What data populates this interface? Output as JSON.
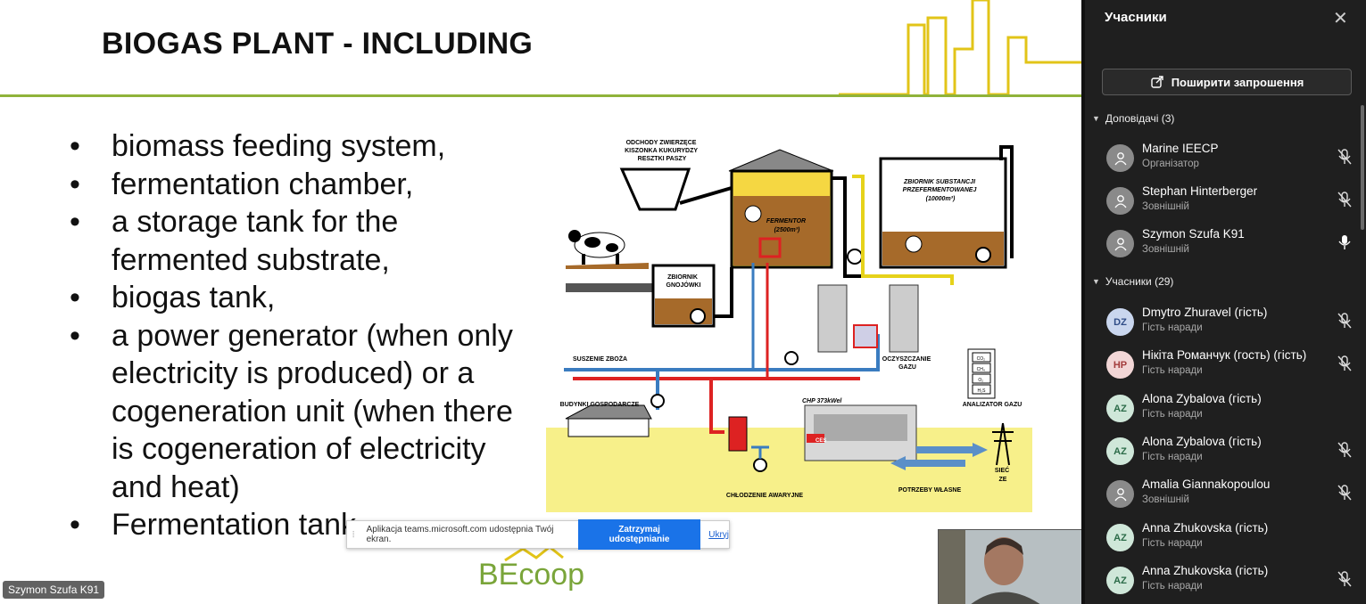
{
  "slide": {
    "title": "BIOGAS PLANT - INCLUDING",
    "bullets": [
      "biomass feeding system,",
      "fermentation chamber,",
      "a storage tank for the fermented substrate,",
      "biogas tank,",
      "a power generator (when only electricity is produced) or a cogeneration unit (when there is cogeneration of electricity and heat)",
      "Fermentation tank"
    ],
    "diagram": {
      "waste_label": [
        "ODCHODY ZWIERZĘCE",
        "KISZONKA KUKURYDZY",
        "RESZTKI PASZY"
      ],
      "storage_label": [
        "ZBIORNIK SUBSTANCJI",
        "PRZEFERMENTOWANEJ",
        "(10000m³)"
      ],
      "fermentor_label": [
        "FERMENTOR",
        "(2500m³)"
      ],
      "slurry_label": [
        "ZBIORNIK",
        "GNOJÓWKI"
      ],
      "drying": "SUSZENIE ZBOŻA",
      "cleaning": [
        "OCZYSZCZANIE",
        "GAZU"
      ],
      "buildings": "BUDYNKI GOSPODARCZE",
      "chp": "CHP 373kWel",
      "analyzer": "ANALIZATOR GAZU",
      "gases": [
        "CO₂",
        "CH₄",
        "O₂",
        "H₂S"
      ],
      "grid": [
        "SIEĆ",
        "ZE"
      ],
      "cooling": "CHŁODZENIE AWARYJNE",
      "own_needs": "POTRZEBY WŁASNE",
      "ces": "CES"
    },
    "logo_text": "BEcoop"
  },
  "share_notice": {
    "message": "Aplikacja teams.microsoft.com udostępnia Twój ekran.",
    "stop_label": "Zatrzymaj udostępnianie",
    "hide_label": "Ukryj"
  },
  "presenter_tag": "Szymon Szufa K91",
  "panel": {
    "title": "Учасники",
    "share_invite": "Поширити запрошення",
    "presenters_header": "Доповідачі (3)",
    "attendees_header": "Учасники (29)",
    "presenters": [
      {
        "name": "Marine IEECP",
        "role": "Організатор",
        "initials": "",
        "mic": "muted"
      },
      {
        "name": "Stephan Hinterberger",
        "role": "Зовнішній",
        "initials": "",
        "mic": "muted"
      },
      {
        "name": "Szymon Szufa K91",
        "role": "Зовнішній",
        "initials": "",
        "mic": "on"
      }
    ],
    "attendees": [
      {
        "name": "Dmytro Zhuravel (гість)",
        "role": "Гість наради",
        "initials": "DZ",
        "mic": "muted"
      },
      {
        "name": "Нікіта Романчук (гость) (гість)",
        "role": "Гість наради",
        "initials": "HP",
        "mic": "muted"
      },
      {
        "name": "Alona Zybalova (гість)",
        "role": "Гість наради",
        "initials": "AZ",
        "mic": "none"
      },
      {
        "name": "Alona Zybalova (гість)",
        "role": "Гість наради",
        "initials": "AZ",
        "mic": "muted"
      },
      {
        "name": "Amalia Giannakopoulou",
        "role": "Зовнішній",
        "initials": "",
        "mic": "muted"
      },
      {
        "name": "Anna Zhukovska (гість)",
        "role": "Гість наради",
        "initials": "AZ",
        "mic": "none"
      },
      {
        "name": "Anna Zhukovska (гість)",
        "role": "Гість наради",
        "initials": "AZ",
        "mic": "muted"
      }
    ]
  }
}
